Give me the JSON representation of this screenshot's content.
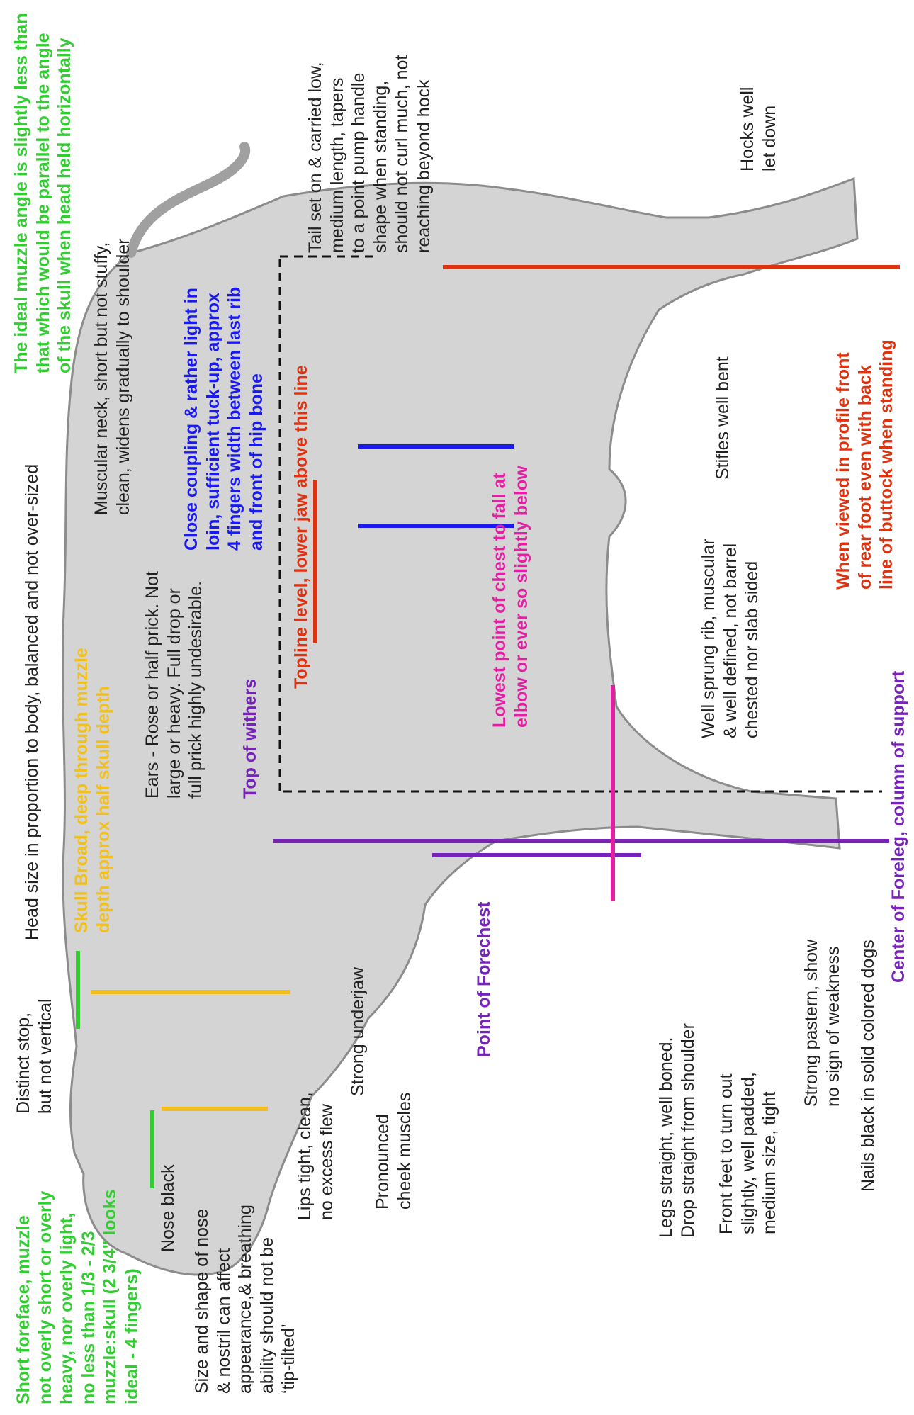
{
  "colors": {
    "green": "#33cc33",
    "yellow": "#f0c020",
    "blue": "#1a1aee",
    "red": "#dd3311",
    "magenta": "#e020a0",
    "purple": "#7722bb",
    "dashed": "#111111",
    "dog_fill": "#d4d4d4"
  },
  "labels": {
    "forefaceNote": [
      "Short foreface, muzzle",
      "not overly short or overly",
      "heavy, nor overly light,",
      "no less than 1/3 - 2/3",
      "muzzle:skull (2 3/4\" looks",
      "ideal - 4 fingers)"
    ],
    "noseBlack": [
      "Nose black"
    ],
    "noseShape": [
      "Size and shape of nose",
      "& nostril can affect",
      "appearance,& breathing",
      "ability should not be",
      "‘tip-tilted’"
    ],
    "stop": [
      "Distinct stop,",
      "but not vertical"
    ],
    "lips": [
      "Lips tight, clean,",
      "no excess flew"
    ],
    "underjaw": [
      "Strong underjaw"
    ],
    "cheek": [
      "Pronounced",
      "cheek muscles"
    ],
    "headSize": [
      "Head size in proportion to body, balanced and not over-sized"
    ],
    "skull": [
      "Skull Broad, deep through muzzle",
      "depth approx half skull depth"
    ],
    "ears": [
      "Ears - Rose or half prick. Not",
      "large or heavy. Full drop or",
      "full prick highly undesirable."
    ],
    "forechest": [
      "Point of Forechest"
    ],
    "withers": [
      "Top of withers"
    ],
    "legs": [
      "Legs straight, well boned.",
      "Drop straight from shoulder"
    ],
    "frontFeet": [
      "Front feet to turn out",
      "slightly, well padded,",
      "medium size, tight"
    ],
    "pastern": [
      "Strong pastern, show",
      "no sign of weakness"
    ],
    "nails": [
      "Nails black in solid colored dogs"
    ],
    "centerForeleg": [
      "Center of Foreleg, column of support"
    ],
    "muzzleAngle": [
      "The ideal muzzle angle is slightly less than",
      "that which would be parallel to the angle",
      "of the skull when head held horizontally"
    ],
    "neck": [
      "Muscular neck, short but not stuffy,",
      "clean, widens gradually to shoulder"
    ],
    "coupling": [
      "Close coupling & rather light in",
      "loin, sufficient tuck-up, approx",
      "4 fingers width between last rib",
      "and front of hip bone"
    ],
    "topline": [
      "Topline level, lower jaw above this line"
    ],
    "chest": [
      "Lowest point of chest to fall at",
      "elbow or ever so slightly below"
    ],
    "rib": [
      "Well sprung rib, muscular",
      "& well defined, not barrel",
      "chested nor slab sided"
    ],
    "stifles": [
      "Stifles well bent"
    ],
    "tail": [
      "Tail set on & carried low,",
      "medium length, tapers",
      "to a point pump handle",
      "shape when standing,",
      "should not curl much, not",
      "reaching beyond hock"
    ],
    "hocks": [
      "Hocks well",
      "let down"
    ],
    "rearFoot": [
      "When viewed in profile front",
      "of rear foot even with back",
      "line of buttock when standing"
    ]
  }
}
